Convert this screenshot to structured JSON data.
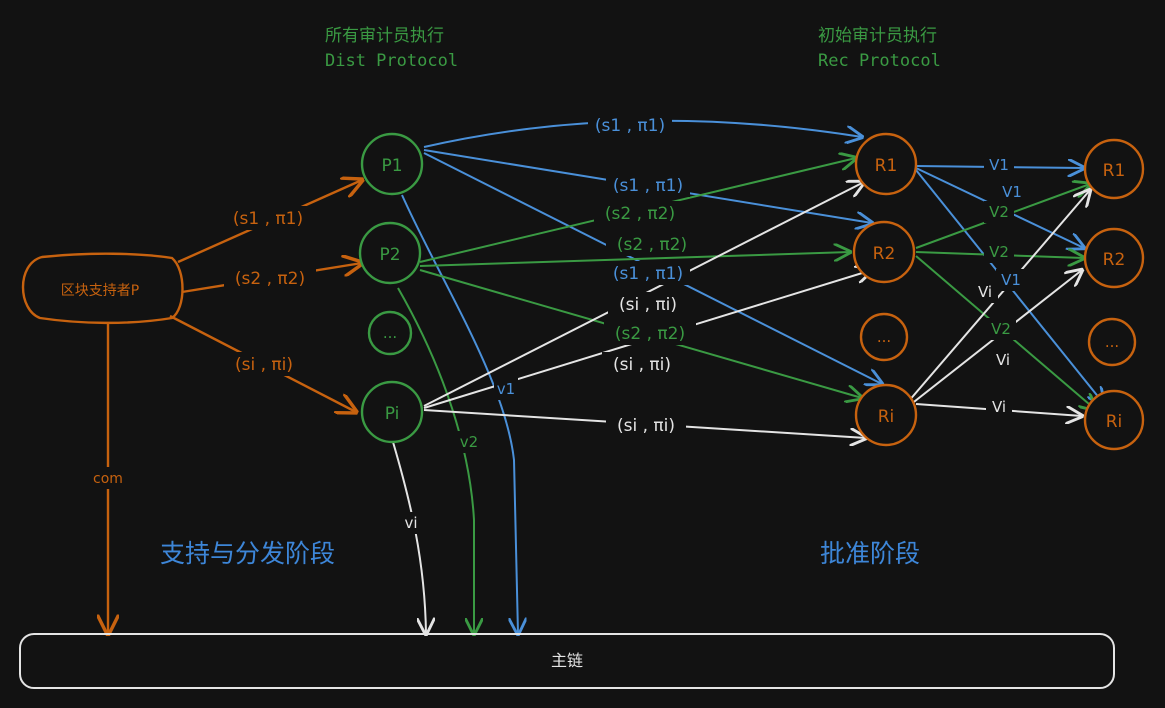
{
  "colors": {
    "background": "#121212",
    "orange": "#c7620f",
    "green": "#3a9a43",
    "blue": "#4a90d9",
    "white": "#e4e4e4",
    "phase_text": "#3d86d8"
  },
  "headers": {
    "dist_line1": "所有审计员执行",
    "dist_line2": "Dist Protocol",
    "rec_line1": "初始审计员执行",
    "rec_line2": "Rec Protocol"
  },
  "phases": {
    "left": "支持与分发阶段",
    "right": "批准阶段"
  },
  "nodes": {
    "supporter": "区块支持者P",
    "p1": "P1",
    "p2": "P2",
    "p_dots": "...",
    "pi": "Pi",
    "r1": "R1",
    "r2": "R2",
    "r_dots": "...",
    "ri": "Ri",
    "f1": "R1",
    "f2": "R2",
    "f_dots": "...",
    "fi": "Ri",
    "mainchain": "主链"
  },
  "edge_labels": {
    "s1_pi1_orange": "(s1 , π1)",
    "s2_pi2_orange": "(s2 , π2)",
    "si_pii_orange": "(si , πi)",
    "com": "com",
    "top_s1": "(s1 , π1)",
    "mid_s1": "(s1 , π1)",
    "mid_s2_a": "(s2 , π2)",
    "mid_s2_b": "(s2 , π2)",
    "low_s1": "(s1 , π1)",
    "white_si_a": "(si , πi)",
    "low_s2": "(s2 , π2)",
    "white_si_b": "(si , πi)",
    "bottom_si": "(si , πi)",
    "v1_down": "v1",
    "v2_down": "v2",
    "vi_down": "vi",
    "V1_a": "V1",
    "V1_b": "V1",
    "V2_a": "V2",
    "V2_b": "V2",
    "V1_c": "V1",
    "V2_c": "V2",
    "Vi_a": "Vi",
    "Vi_b": "Vi",
    "Vi_c": "Vi"
  }
}
